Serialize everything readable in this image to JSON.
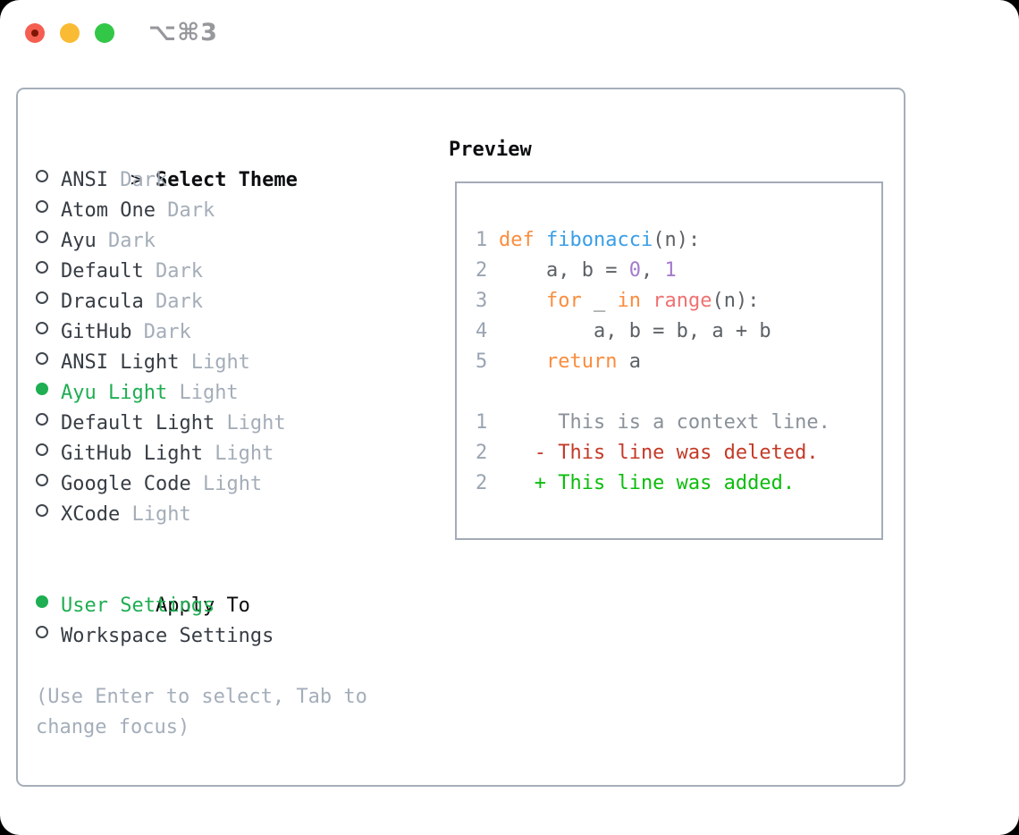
{
  "titlebar": {
    "shortcut": "⌥⌘3"
  },
  "colors": {
    "selected_green": "#1fae52",
    "added_green": "#0cbd0c",
    "deleted_red": "#c43a28",
    "keyword_orange": "#fa8d3e",
    "function_blue": "#399ee6",
    "number_purple": "#a37acc",
    "call_coral": "#f07171",
    "muted_gray": "#a4adb8",
    "panel_border": "#a6aeb9"
  },
  "theme_panel": {
    "header": {
      "cursor": ">",
      "label": "Select Theme"
    },
    "themes": [
      {
        "name": "ANSI",
        "variant": "Dark",
        "selected": false
      },
      {
        "name": "Atom One",
        "variant": "Dark",
        "selected": false
      },
      {
        "name": "Ayu",
        "variant": "Dark",
        "selected": false
      },
      {
        "name": "Default",
        "variant": "Dark",
        "selected": false
      },
      {
        "name": "Dracula",
        "variant": "Dark",
        "selected": false
      },
      {
        "name": "GitHub",
        "variant": "Dark",
        "selected": false
      },
      {
        "name": "ANSI Light",
        "variant": "Light",
        "selected": false
      },
      {
        "name": "Ayu Light",
        "variant": "Light",
        "selected": true
      },
      {
        "name": "Default Light",
        "variant": "Light",
        "selected": false
      },
      {
        "name": "GitHub Light",
        "variant": "Light",
        "selected": false
      },
      {
        "name": "Google Code",
        "variant": "Light",
        "selected": false
      },
      {
        "name": "XCode",
        "variant": "Light",
        "selected": false
      }
    ],
    "apply_to": {
      "label": "Apply To",
      "options": [
        {
          "label": "User Settings",
          "selected": true
        },
        {
          "label": "Workspace Settings",
          "selected": false
        }
      ]
    },
    "hint": "(Use Enter to select, Tab to change focus)"
  },
  "preview": {
    "label": "Preview",
    "code_lines": [
      {
        "number": "1",
        "segments": [
          {
            "text": "def ",
            "style": "keyword"
          },
          {
            "text": "fibonacci",
            "style": "function"
          },
          {
            "text": "(n):",
            "style": "default"
          }
        ]
      },
      {
        "number": "2",
        "segments": [
          {
            "text": "    a, b = ",
            "style": "default"
          },
          {
            "text": "0",
            "style": "number"
          },
          {
            "text": ", ",
            "style": "default"
          },
          {
            "text": "1",
            "style": "number"
          }
        ]
      },
      {
        "number": "3",
        "segments": [
          {
            "text": "    ",
            "style": "default"
          },
          {
            "text": "for",
            "style": "keyword"
          },
          {
            "text": " _ ",
            "style": "default"
          },
          {
            "text": "in",
            "style": "keyword"
          },
          {
            "text": " ",
            "style": "default"
          },
          {
            "text": "range",
            "style": "call"
          },
          {
            "text": "(n):",
            "style": "default"
          }
        ]
      },
      {
        "number": "4",
        "segments": [
          {
            "text": "        a, b = b, a + b",
            "style": "default"
          }
        ]
      },
      {
        "number": "5",
        "segments": [
          {
            "text": "    ",
            "style": "default"
          },
          {
            "text": "return",
            "style": "keyword"
          },
          {
            "text": " a",
            "style": "default"
          }
        ]
      },
      {
        "number": "",
        "segments": []
      },
      {
        "number": "1",
        "segments": [
          {
            "text": "     This is a context line.",
            "style": "context"
          }
        ]
      },
      {
        "number": "2",
        "segments": [
          {
            "text": "   - This line was deleted.",
            "style": "deleted"
          }
        ]
      },
      {
        "number": "2",
        "segments": [
          {
            "text": "   + This line was added.",
            "style": "added"
          }
        ]
      }
    ]
  }
}
